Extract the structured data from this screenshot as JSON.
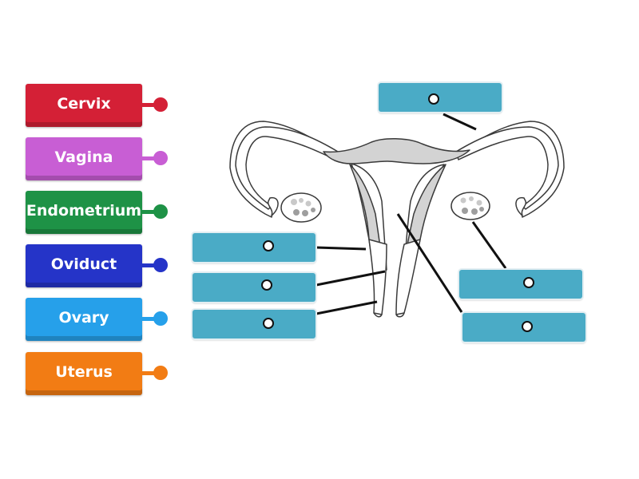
{
  "labels": [
    {
      "text": "Cervix",
      "color": "#d42036"
    },
    {
      "text": "Vagina",
      "color": "#c85ed4"
    },
    {
      "text": "Endometrium",
      "color": "#1e9246"
    },
    {
      "text": "Oviduct",
      "color": "#2534c8"
    },
    {
      "text": "Ovary",
      "color": "#26a0ea"
    },
    {
      "text": "Uterus",
      "color": "#f27c14"
    }
  ],
  "colors": {
    "drop_box": "#4aabc6",
    "organ_fill": "#d3d3d3",
    "outline": "#3a3a3a"
  },
  "icons": {
    "label_connector": "dot-connector-icon",
    "drop_pin": "circle-pin-icon"
  }
}
